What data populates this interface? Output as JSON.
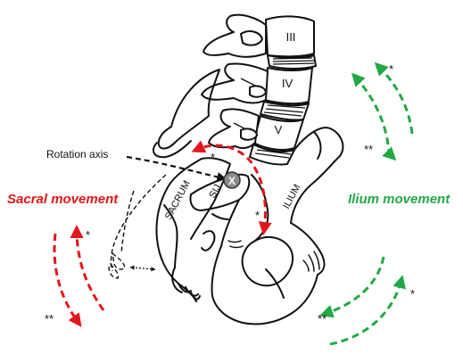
{
  "labels": {
    "vertebra_3": "III",
    "vertebra_4": "IV",
    "vertebra_5": "V",
    "rotation_axis": "Rotation axis",
    "sacrum": "SACRUM",
    "sij": "SIJ",
    "ilium": "ILIUM",
    "axis_marker": "X",
    "sacral_movement": "Sacral movement",
    "ilium_movement": "Ilium movement",
    "single_star": "*",
    "double_star": "**"
  },
  "colors": {
    "sacral": "#e3161b",
    "ilium": "#22a845",
    "outline": "#111111",
    "axis_marker_fill": "#8a8a8a"
  }
}
